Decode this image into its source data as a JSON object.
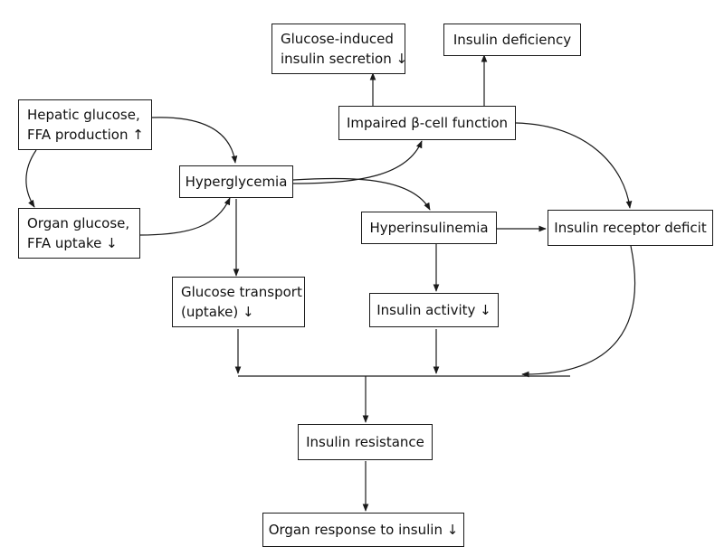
{
  "nodes": {
    "hepatic": {
      "line1": "Hepatic glucose,",
      "line2": "FFA production ↑"
    },
    "organ_uptake": {
      "line1": "Organ glucose,",
      "line2": "FFA uptake ↓"
    },
    "hyperglycemia": {
      "label": "Hyperglycemia"
    },
    "glucose_induced": {
      "line1": "Glucose-induced",
      "line2": "insulin secretion ↓"
    },
    "insulin_deficiency": {
      "label": "Insulin deficiency"
    },
    "impaired_beta": {
      "label": "Impaired β-cell function"
    },
    "hyperinsulinemia": {
      "label": "Hyperinsulinemia"
    },
    "receptor_deficit": {
      "label": "Insulin receptor deficit"
    },
    "glucose_transport": {
      "line1": "Glucose transport",
      "line2": "(uptake) ↓"
    },
    "insulin_activity": {
      "label": "Insulin activity ↓"
    },
    "insulin_resistance": {
      "label": "Insulin resistance"
    },
    "organ_response": {
      "label": "Organ response to insulin ↓"
    }
  }
}
